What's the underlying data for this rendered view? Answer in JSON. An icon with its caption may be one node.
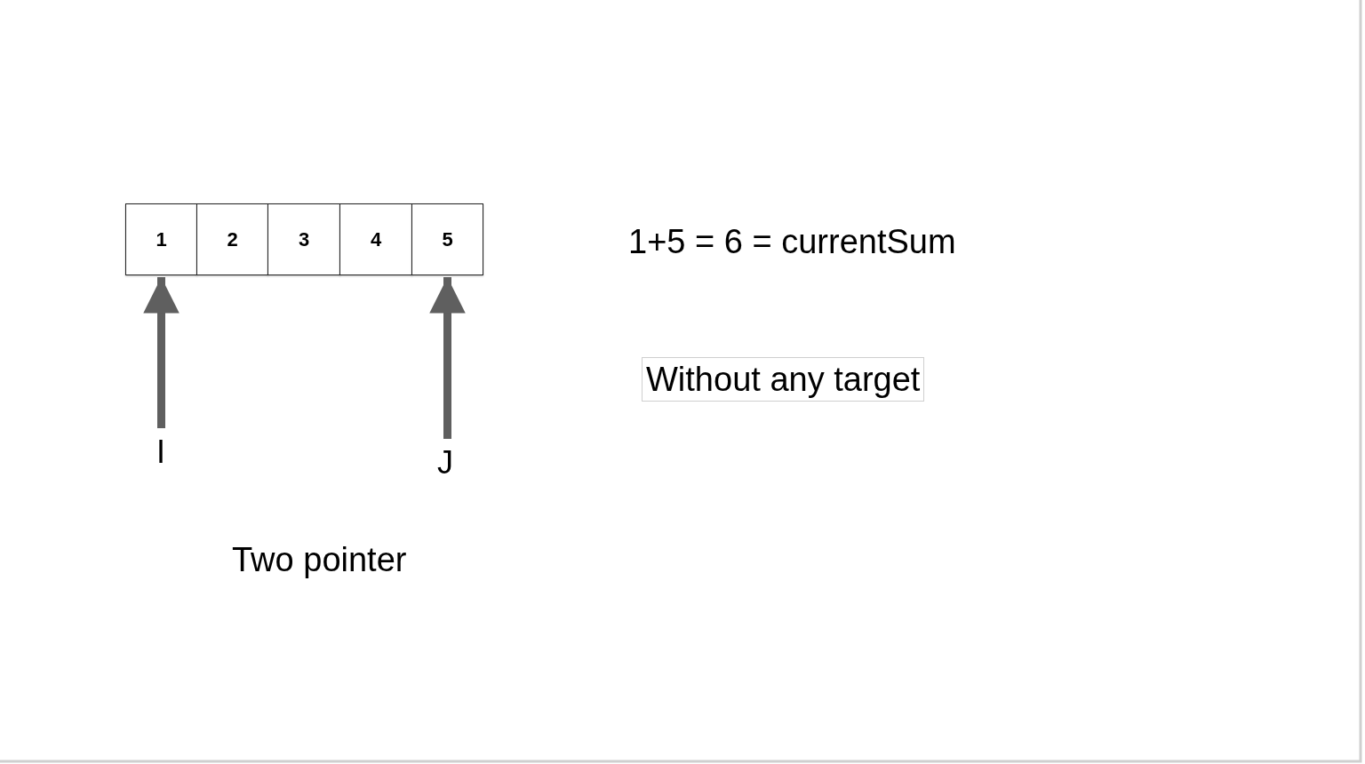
{
  "diagram": {
    "nodes": [
      {
        "text": [
          "1"
        ]
      },
      {
        "text": [
          "2"
        ]
      },
      {
        "text": [
          "3"
        ]
      },
      {
        "text": [
          "4"
        ]
      },
      {
        "text": [
          "5"
        ]
      },
      {
        "text": [
          "I"
        ]
      },
      {
        "text": [
          "J"
        ]
      },
      {
        "text": [
          "Without any target"
        ]
      }
    ],
    "edges": [
      {
        "from": 5,
        "to": 0,
        "arrow": "to"
      },
      {
        "from": 6,
        "to": 4,
        "arrow": "to"
      }
    ],
    "labels": [
      "1+5 = 6 = currentSum",
      "Two pointer"
    ]
  }
}
